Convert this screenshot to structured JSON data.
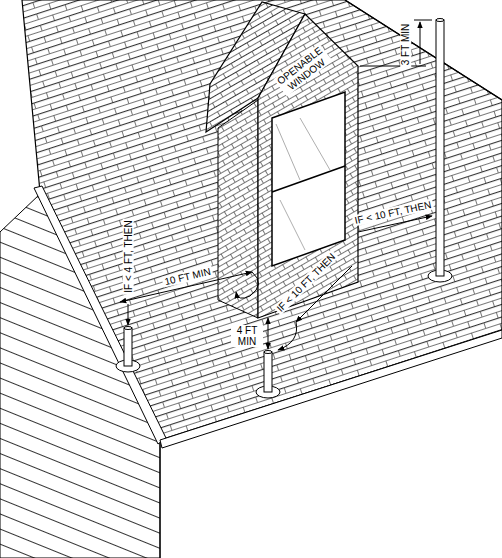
{
  "diagram": {
    "labels": [
      "OPENABLE WINDOW",
      "3 FT MIN",
      "IF < 10 FT, THEN",
      "10 FT MIN",
      "IF < 4 FT, THEN",
      "IF < 10 FT, THEN",
      "4 FT MIN"
    ]
  }
}
